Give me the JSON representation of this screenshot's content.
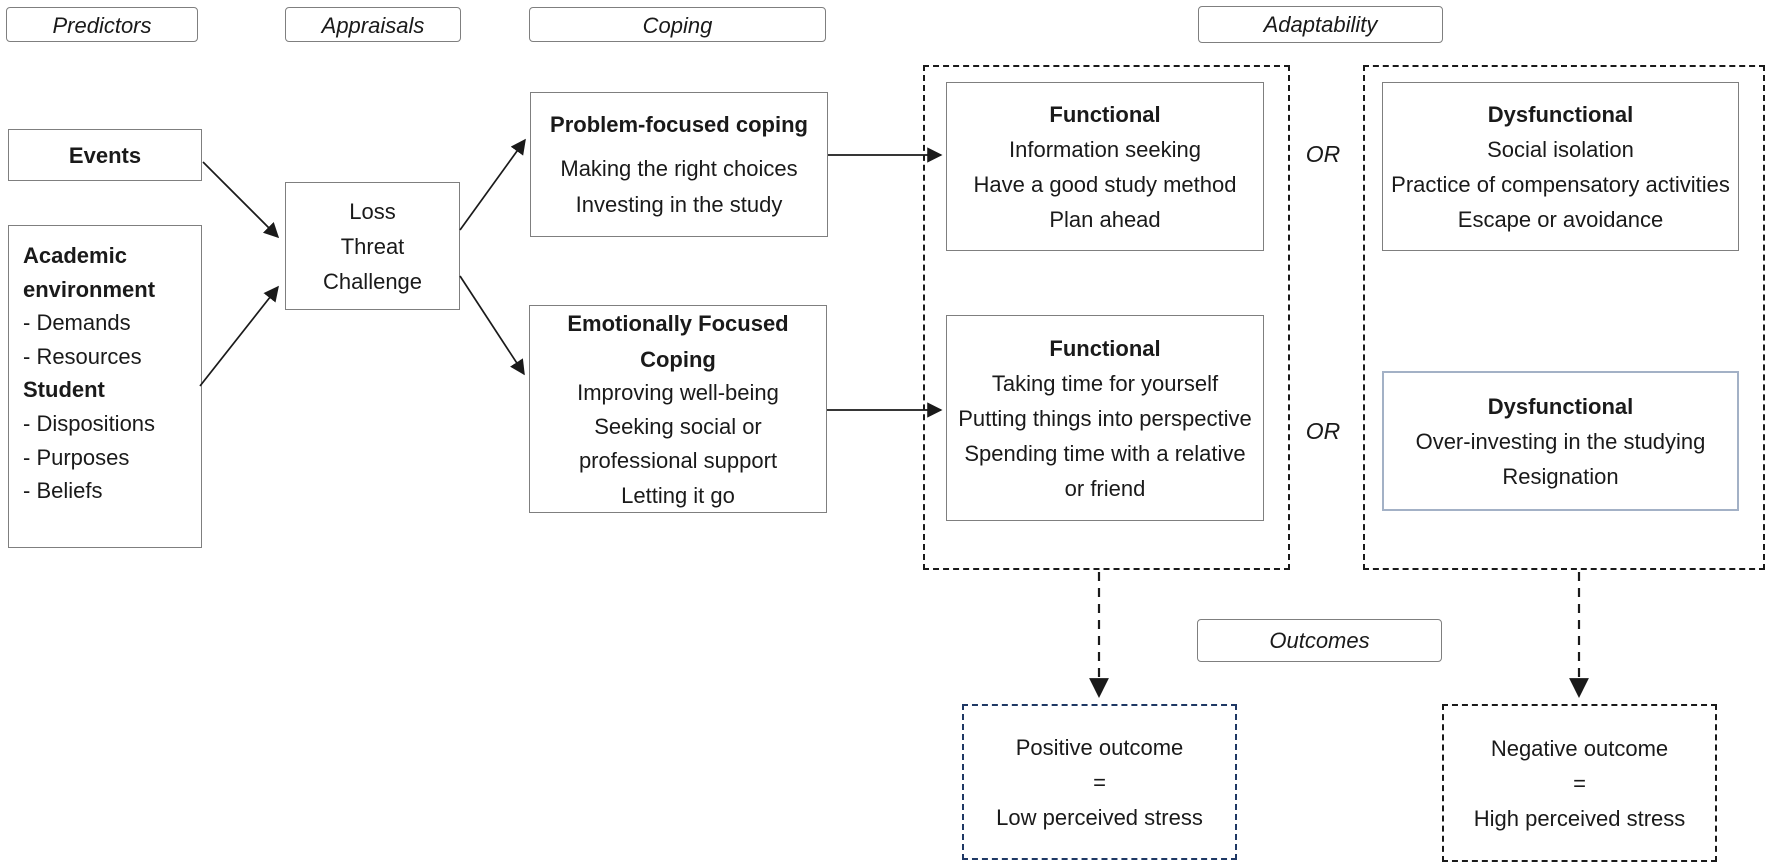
{
  "headers": {
    "predictors": "Predictors",
    "appraisals": "Appraisals",
    "coping": "Coping",
    "adaptability": "Adaptability",
    "outcomes": "Outcomes"
  },
  "predictors": {
    "events_label": "Events",
    "academic_environment": {
      "title_line1": "Academic",
      "title_line2": "environment",
      "item1": "- Demands",
      "item2": "- Resources",
      "subtitle": "Student",
      "item3": "- Dispositions",
      "item4": "- Purposes",
      "item5": "- Beliefs"
    }
  },
  "appraisals": {
    "line1": "Loss",
    "line2": "Threat",
    "line3": "Challenge"
  },
  "coping": {
    "problem_focused": {
      "title": "Problem-focused coping",
      "line1": "Making the right choices",
      "line2": "Investing in the study"
    },
    "emotion_focused": {
      "title": "Emotionally Focused Coping",
      "line1": "Improving well-being",
      "line2": "Seeking social or",
      "line3": "professional support",
      "line4": "Letting it go"
    }
  },
  "adaptability": {
    "functional_problem": {
      "title": "Functional",
      "line1": "Information seeking",
      "line2": "Have a good study method",
      "line3": "Plan ahead"
    },
    "functional_emotion": {
      "title": "Functional",
      "line1": "Taking time for yourself",
      "line2": "Putting things into perspective",
      "line3": "Spending time with a relative",
      "line4": "or friend"
    },
    "dysfunctional_problem": {
      "title": "Dysfunctional",
      "line1": "Social isolation",
      "line2": "Practice of compensatory activities",
      "line3": "Escape or avoidance"
    },
    "dysfunctional_emotion": {
      "title": "Dysfunctional",
      "line1": "Over-investing in the studying",
      "line2": "Resignation"
    },
    "or_top": "OR",
    "or_bottom": "OR"
  },
  "outcomes": {
    "positive": {
      "line1": "Positive outcome",
      "line2": "=",
      "line3": "Low perceived stress"
    },
    "negative": {
      "line1": "Negative outcome",
      "line2": "=",
      "line3": "High perceived stress"
    }
  },
  "colors": {
    "solid_box_border": "#7f7f7f",
    "dashed_container_border": "#1a1a1a",
    "positive_outcome_border": "#1f3864",
    "negative_outcome_border": "#1a1a1a",
    "dysfunctional_emotion_border": "#a3b1c6",
    "text": "#1a1a1a"
  }
}
